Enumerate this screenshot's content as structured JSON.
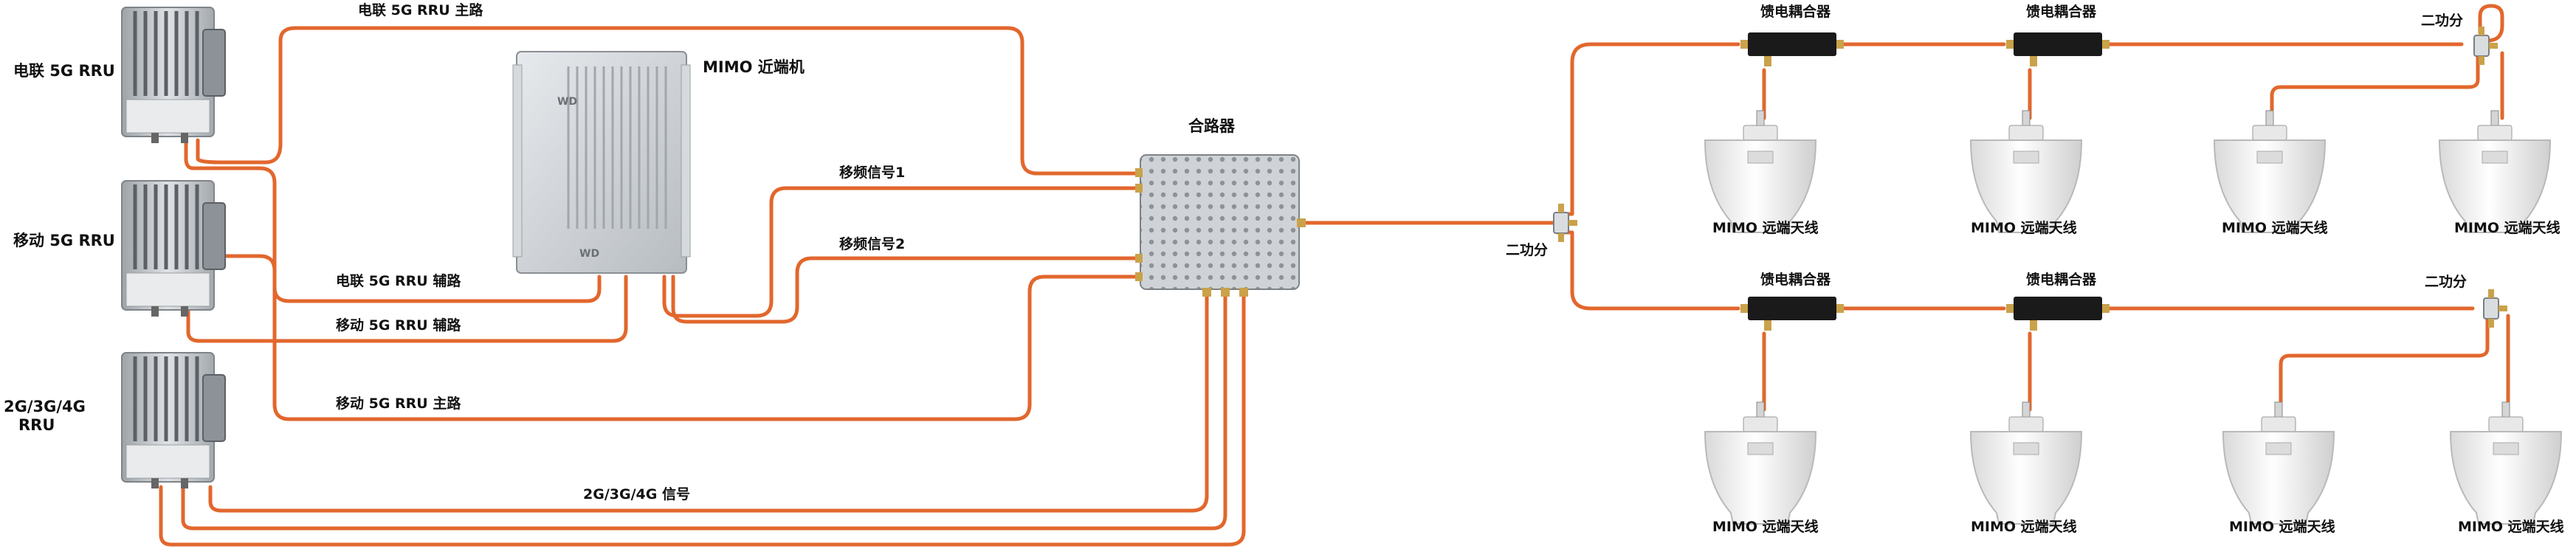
{
  "devices": {
    "rru_unicom": "电联 5G RRU",
    "rru_mobile": "移动 5G RRU",
    "rru_234g": [
      "2G/3G/4G",
      "RRU"
    ],
    "mimo_near": "MIMO 近端机",
    "mimo_brand": "WD",
    "combiner": "合路器"
  },
  "cable_labels": {
    "unicom_main": "电联 5G RRU 主路",
    "unicom_aux": "电联 5G RRU 辅路",
    "mobile_aux": "移动 5G RRU 辅路",
    "mobile_main": "移动 5G RRU 主路",
    "shift1": "移频信号1",
    "shift2": "移频信号2",
    "signal_234g": "2G/3G/4G 信号"
  },
  "splitters": {
    "label": "二功分"
  },
  "couplers": {
    "label": "馈电耦合器"
  },
  "antennas": {
    "label": "MIMO 远端天线",
    "count": 8
  },
  "colors": {
    "cable": "#e2672d",
    "device_gray": "#c9cdd1",
    "antenna_white": "#f4f4f4"
  }
}
